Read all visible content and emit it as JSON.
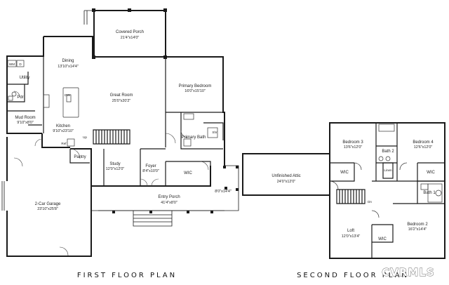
{
  "first_floor": {
    "title": "FIRST FLOOR PLAN",
    "rooms": {
      "covered_porch": {
        "name": "Covered Porch",
        "dim": "21'4\"x14'0\""
      },
      "dining": {
        "name": "Dining",
        "dim": "13'10\"x14'4\""
      },
      "great_room": {
        "name": "Great Room",
        "dim": "25'0\"x20'2\""
      },
      "primary_bedroom": {
        "name": "Primary Bedroom",
        "dim": "16'0\"x15'10\""
      },
      "utility": {
        "name": "Utility"
      },
      "pdr": {
        "name": "Pdr"
      },
      "mud_room": {
        "name": "Mud Room",
        "dim": "9'10\"x8'0\""
      },
      "kitchen": {
        "name": "Kitchen",
        "dim": "9'10\"x23'10\""
      },
      "primary_bath": {
        "name": "Primary Bath"
      },
      "pantry": {
        "name": "Pantry"
      },
      "study": {
        "name": "Study",
        "dim": "12'0\"x12'0\""
      },
      "foyer": {
        "name": "Foyer",
        "dim": "8'4\"x10'0\""
      },
      "wic": {
        "name": "WIC"
      },
      "entry_porch": {
        "name": "Entry Porch",
        "dim": "41'4\"x8'0\""
      },
      "garage": {
        "name": "2-Car Garage",
        "dim": "23'10\"x25'8\""
      }
    },
    "labels": {
      "wm": "WM",
      "d": "D",
      "dw": "DW",
      "up": "Up",
      "ref": "Ref",
      "shr": "Shr",
      "porch_side_dim": "8'0\"x14'4\""
    }
  },
  "second_floor": {
    "title": "SECOND FLOOR PLAN",
    "rooms": {
      "unfinished_attic": {
        "name": "Unfinished Attic",
        "dim": "24'0\"x12'0\""
      },
      "bedroom3": {
        "name": "Bedroom 3",
        "dim": "13'6\"x12'0\""
      },
      "bedroom4": {
        "name": "Bedroom 4",
        "dim": "12'6\"x12'0\""
      },
      "bath2": {
        "name": "Bath 2"
      },
      "linen": {
        "name": "Linen"
      },
      "wic_a": {
        "name": "WIC"
      },
      "wic_b": {
        "name": "WIC"
      },
      "wic_c": {
        "name": "WIC"
      },
      "bath1": {
        "name": "Bath 1"
      },
      "loft": {
        "name": "Loft",
        "dim": "12'0\"x13'4\""
      },
      "bedroom2": {
        "name": "Bedroom 2",
        "dim": "16'2\"x14'4\""
      }
    },
    "labels": {
      "dn": "Dn"
    }
  },
  "watermark": "CVRMLS"
}
